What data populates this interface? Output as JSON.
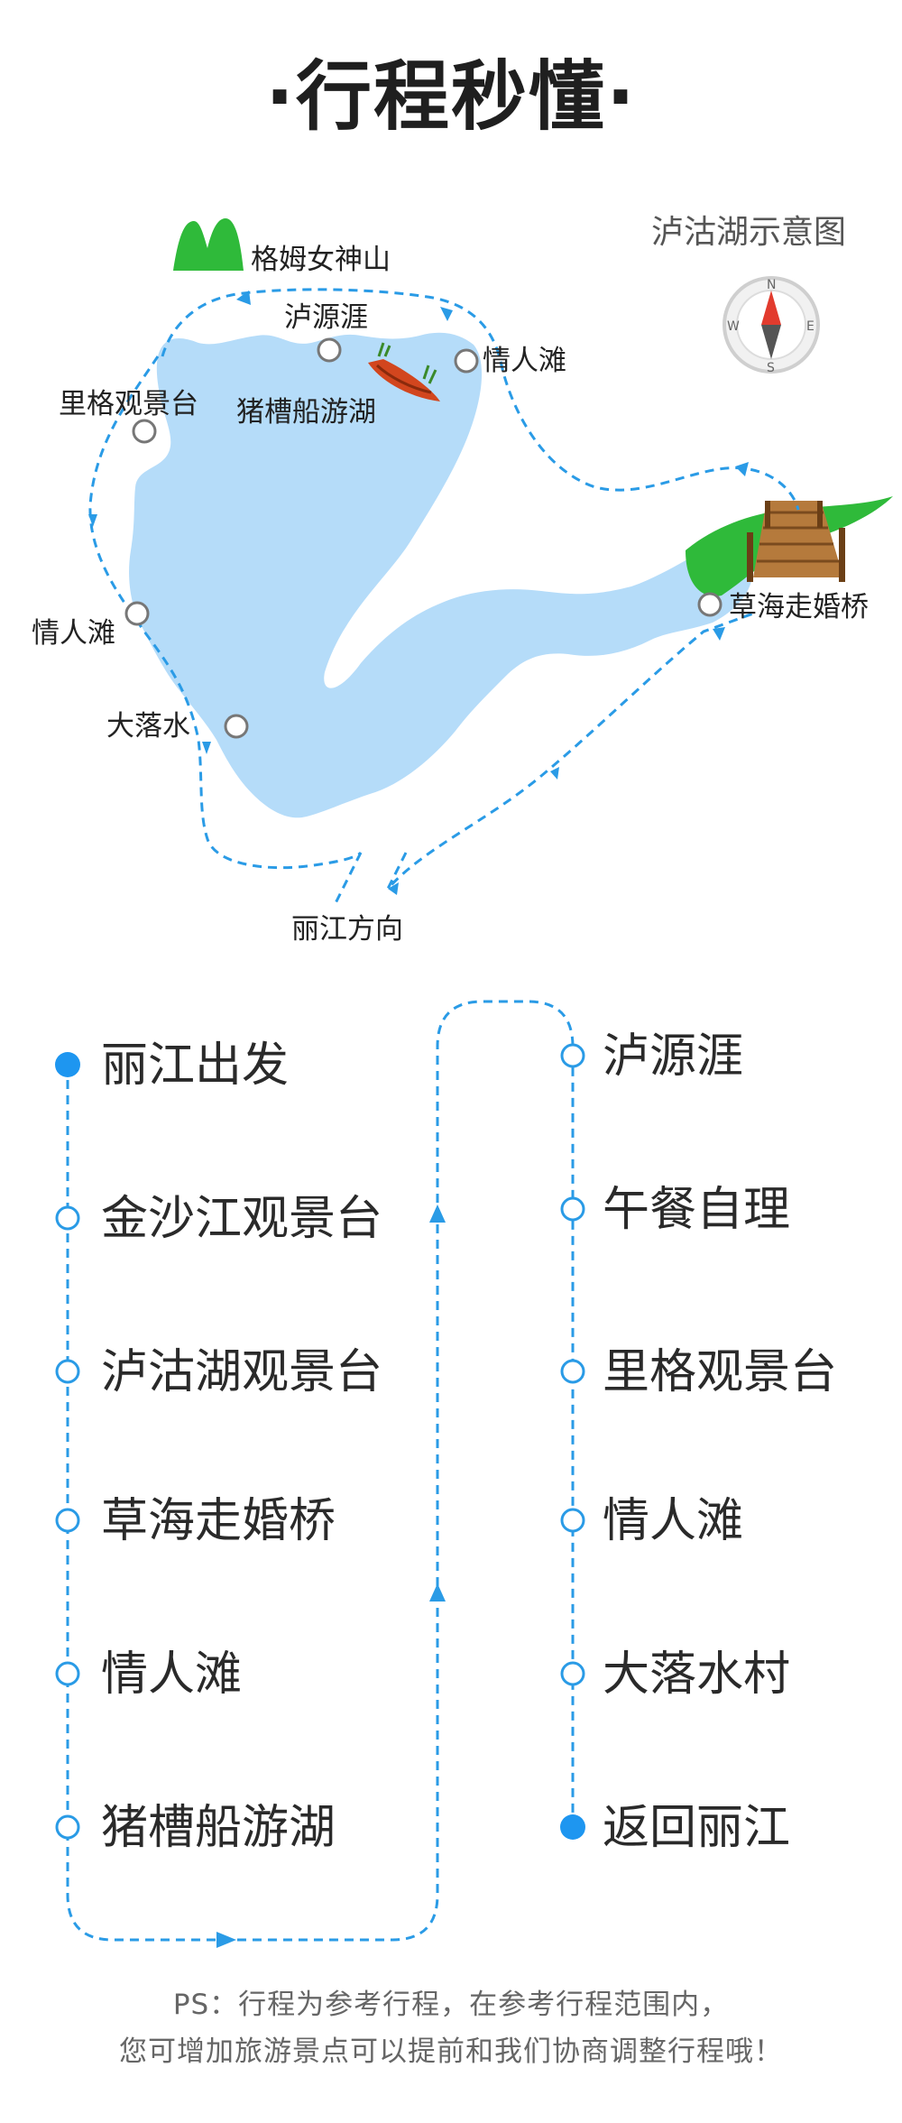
{
  "title": "·行程秒懂·",
  "map": {
    "title": "泸沽湖示意图",
    "labels": {
      "gemu": "格姆女神山",
      "luyuan": "泸源涯",
      "qingren_top": "情人滩",
      "zhucao": "猪槽船游湖",
      "lige": "里格观景台",
      "qingren_left": "情人滩",
      "daluoshui": "大落水",
      "caohai": "草海走婚桥",
      "lijiang_dir": "丽江方向"
    },
    "compass": [
      "N",
      "E",
      "S",
      "W"
    ]
  },
  "itinerary": {
    "left": [
      "丽江出发",
      "金沙江观景台",
      "泸沽湖观景台",
      "草海走婚桥",
      "情人滩",
      "猪槽船游湖"
    ],
    "right": [
      "泸源涯",
      "午餐自理",
      "里格观景台",
      "情人滩",
      "大落水村",
      "返回丽江"
    ]
  },
  "note": {
    "line1": "PS：行程为参考行程，在参考行程范围内，",
    "line2": "您可增加旅游景点可以提前和我们协商调整行程哦！"
  },
  "colors": {
    "lake": "#b5dcf9",
    "route": "#2a9be6",
    "green": "#2fba3a",
    "dot": "#1e96f0"
  }
}
